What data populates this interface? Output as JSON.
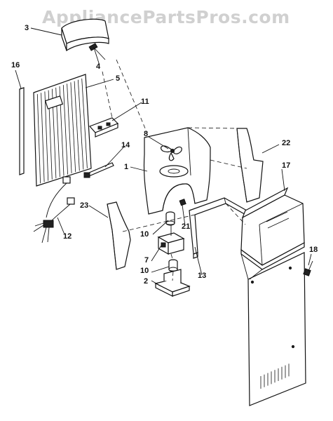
{
  "watermark": "AppliancePartsPros.com",
  "labels": {
    "l1": "1",
    "l2": "2",
    "l3": "3",
    "l4": "4",
    "l5": "5",
    "l7": "7",
    "l8": "8",
    "l10a": "10",
    "l10b": "10",
    "l11": "11",
    "l12": "12",
    "l13": "13",
    "l14": "14",
    "l16": "16",
    "l17": "17",
    "l18": "18",
    "l21": "21",
    "l22": "22",
    "l23": "23"
  }
}
